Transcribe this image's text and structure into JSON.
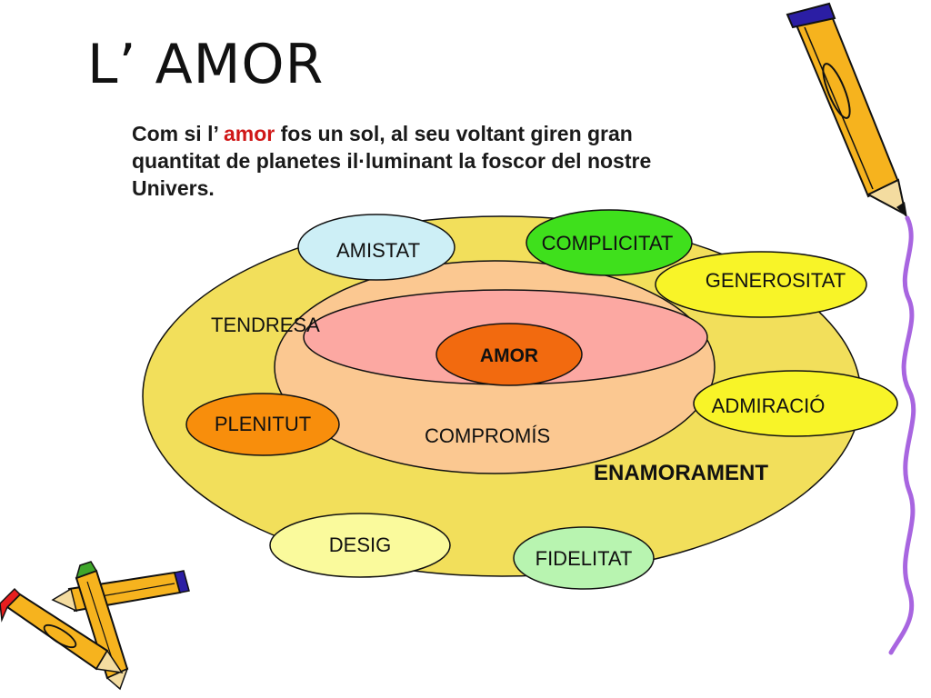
{
  "title": "L’ AMOR",
  "intro": {
    "part1": "Com si l’ ",
    "highlight": "amor",
    "part2": " fos un sol, al seu voltant giren gran quantitat de planetes il·luminant la foscor del nostre Univers.",
    "highlight_color": "#d01818"
  },
  "diagram": {
    "center": {
      "label": "AMOR",
      "color": "#f26a0f"
    },
    "rings": [
      {
        "label": "ENAMORAMENT",
        "color": "#f2df5b"
      },
      {
        "label": "COMPROMÍS",
        "color": "#fbc891"
      },
      {
        "label": "TENDRESA",
        "color": "#fca8a2"
      }
    ],
    "planets": [
      {
        "label": "AMISTAT",
        "color": "#cdeff6"
      },
      {
        "label": "COMPLICITAT",
        "color": "#3fe01c"
      },
      {
        "label": "GENEROSITAT",
        "color": "#f8f428"
      },
      {
        "label": "ADMIRACIÓ",
        "color": "#f8f428"
      },
      {
        "label": "PLENITUT",
        "color": "#f88e0c"
      },
      {
        "label": "DESIG",
        "color": "#fafa9c"
      },
      {
        "label": "FIDELITAT",
        "color": "#b8f4b0"
      }
    ]
  },
  "decorations": {
    "pencil_colors": [
      "#f6b31e",
      "#2b1ea4",
      "#a865e0",
      "#e81e1e",
      "#3fa62a",
      "#9b4fd6"
    ]
  }
}
